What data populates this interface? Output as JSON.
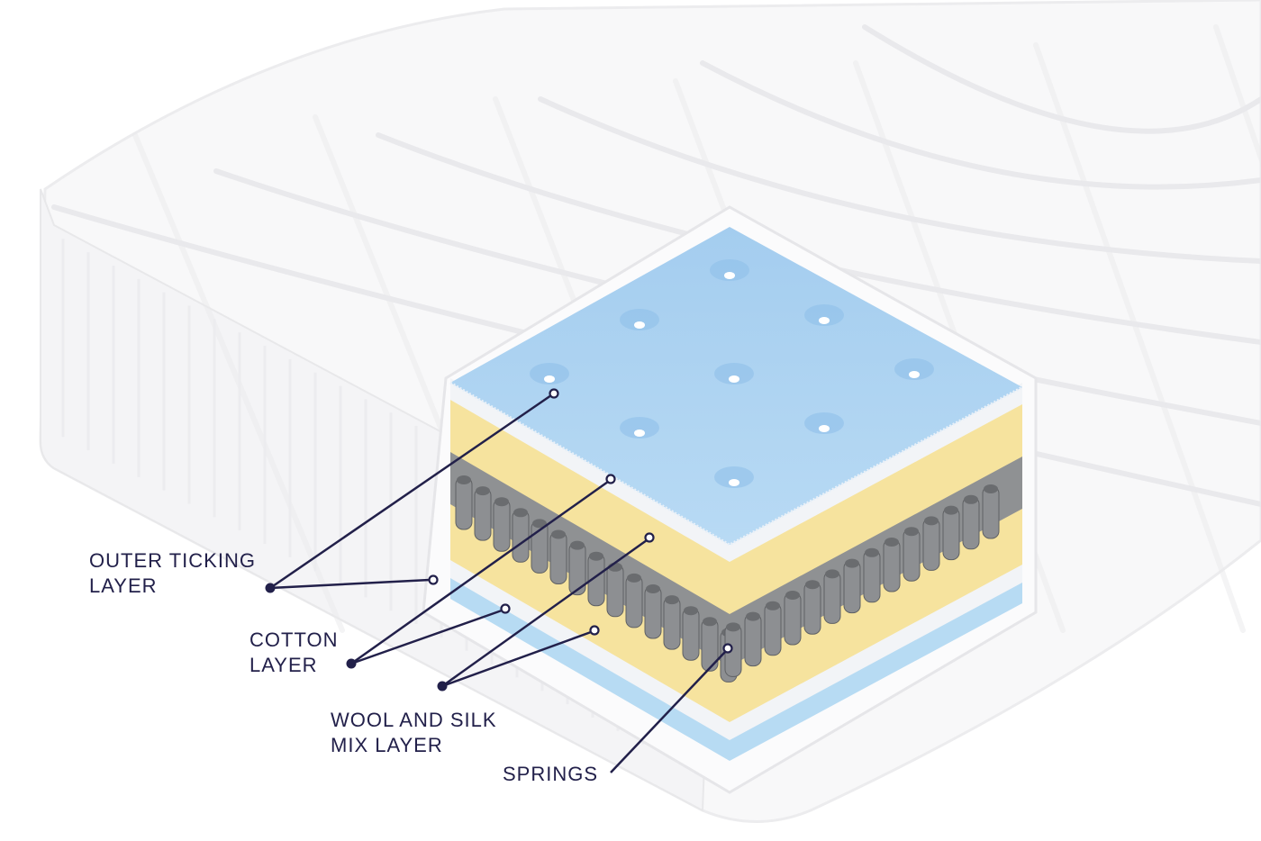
{
  "labels": {
    "outer_ticking": [
      "OUTER TICKING",
      "LAYER"
    ],
    "cotton": [
      "COTTON",
      "LAYER"
    ],
    "wool_silk": [
      "WOOL AND SILK",
      "MIX LAYER"
    ],
    "springs": [
      "SPRINGS"
    ]
  },
  "colors": {
    "ink": "#22204a",
    "top_foam": "#a9d1f0",
    "cotton": "#f6e39e",
    "springs": "#8f9193",
    "base": "#b7dbf3",
    "ticking": "#f2f4f7"
  }
}
